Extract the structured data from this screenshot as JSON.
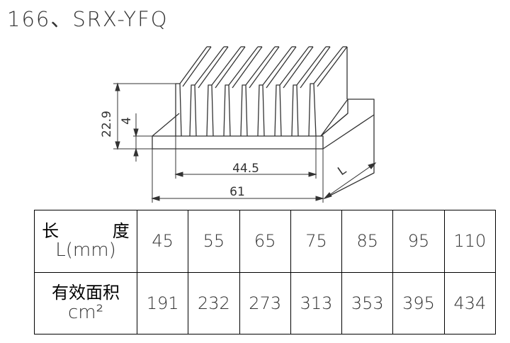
{
  "title": "166、SRX-YFQ",
  "drawing": {
    "dim_height": "22.9",
    "dim_base": "4",
    "dim_fin_span": "44.5",
    "dim_width": "61",
    "dim_length": "L"
  },
  "table": {
    "row1_label": "长  度",
    "row1_unit": "L(mm)",
    "row2_label": "有效面积",
    "row2_unit": "cm²",
    "lengths": [
      "45",
      "55",
      "65",
      "75",
      "85",
      "95",
      "110"
    ],
    "areas": [
      "191",
      "232",
      "273",
      "313",
      "353",
      "395",
      "434"
    ]
  }
}
